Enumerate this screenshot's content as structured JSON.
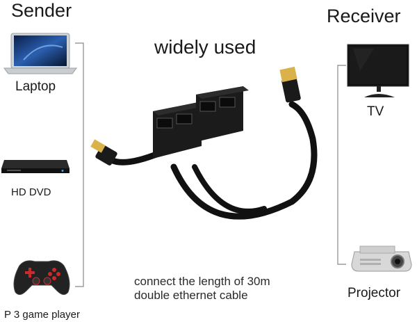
{
  "header": {
    "sender": "Sender",
    "receiver": "Receiver",
    "tagline": "widely used"
  },
  "devices_left": [
    {
      "label": "Laptop",
      "icon": "laptop-icon"
    },
    {
      "label": "HD DVD",
      "icon": "dvd-player-icon"
    },
    {
      "label": "P  3 game player",
      "icon": "gamepad-icon"
    }
  ],
  "devices_right": [
    {
      "label": "TV",
      "icon": "tv-icon"
    },
    {
      "label": "Projector",
      "icon": "projector-icon"
    }
  ],
  "caption": {
    "line1": "connect the length of 30m",
    "line2": "double ethernet cable"
  },
  "colors": {
    "device_body": "#1b1b1b",
    "hdmi_gold": "#d9b24a",
    "bracket": "#888888"
  }
}
